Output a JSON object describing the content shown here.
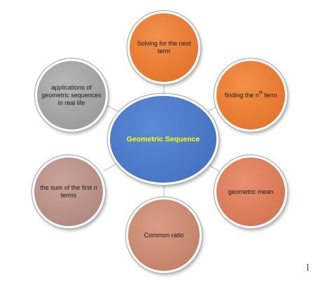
{
  "diagram": {
    "center": {
      "label": "Geometric Sequence",
      "color": "#4a78c8"
    },
    "satellites": [
      {
        "id": "next-term",
        "parts": [
          "Solving for the next term"
        ],
        "color": "#e8782e"
      },
      {
        "id": "nth-term",
        "parts": [
          "finding the n",
          "th",
          " term"
        ],
        "color": "#e8782e"
      },
      {
        "id": "geometric-mean",
        "parts": [
          "geometric mean"
        ],
        "color": "#d97a58"
      },
      {
        "id": "common-ratio",
        "parts": [
          "Common ratio"
        ],
        "color": "#c8876e"
      },
      {
        "id": "sum-first-n",
        "parts": [
          "the sum of the first ",
          "n",
          " terms"
        ],
        "color": "#b89088"
      },
      {
        "id": "applications",
        "parts": [
          "applications of geometric sequences in real life"
        ],
        "color": "#a3a3a3"
      }
    ]
  }
}
